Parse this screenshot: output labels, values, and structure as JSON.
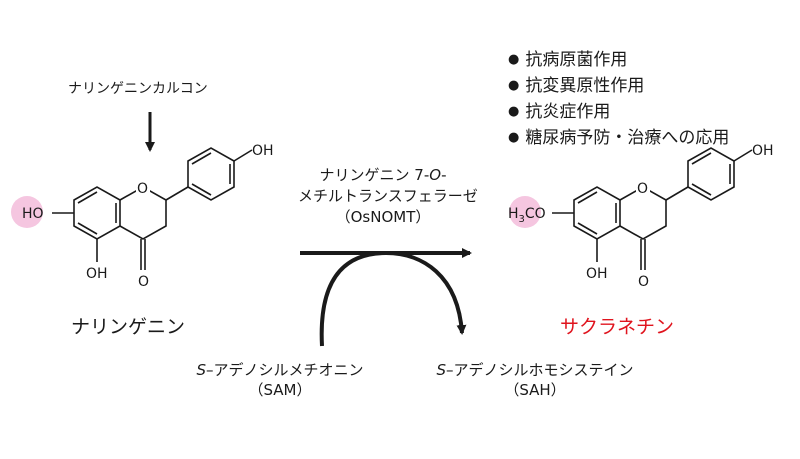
{
  "precursor": {
    "name": "ナリンゲニンカルコン"
  },
  "substrate": {
    "name": "ナリンゲニン",
    "atoms": {
      "oh_top": "OH",
      "ho_left": "HO",
      "oh_bottom": "OH",
      "ketone_o": "O",
      "ring_o": "O"
    }
  },
  "enzyme": {
    "line1": "ナリンゲニン 7-",
    "line1_italic": "O",
    "line1_tail": "-",
    "line2": "メチルトランスフェラーゼ",
    "line3": "（OsNOMT）"
  },
  "product": {
    "name": "サクラネチン",
    "color": "#e0141e",
    "atoms": {
      "oh_top": "OH",
      "methoxy_h3": "H",
      "methoxy_sub": "3",
      "methoxy_co": "CO",
      "oh_bottom": "OH",
      "ketone_o": "O",
      "ring_o": "O"
    }
  },
  "effects": [
    "抗病原菌作用",
    "抗変異原性作用",
    "抗炎症作用",
    "糖尿病予防・治療への応用"
  ],
  "cofactor_in": {
    "prefix": "S",
    "name": "–アデノシルメチオニン",
    "abbr": "（SAM）"
  },
  "cofactor_out": {
    "prefix": "S",
    "name": "–アデノシルホモシステイン",
    "abbr": "（SAH）"
  },
  "colors": {
    "highlight": "#f5c6e0",
    "accent": "#e0141e",
    "ink": "#1a1a1a"
  }
}
